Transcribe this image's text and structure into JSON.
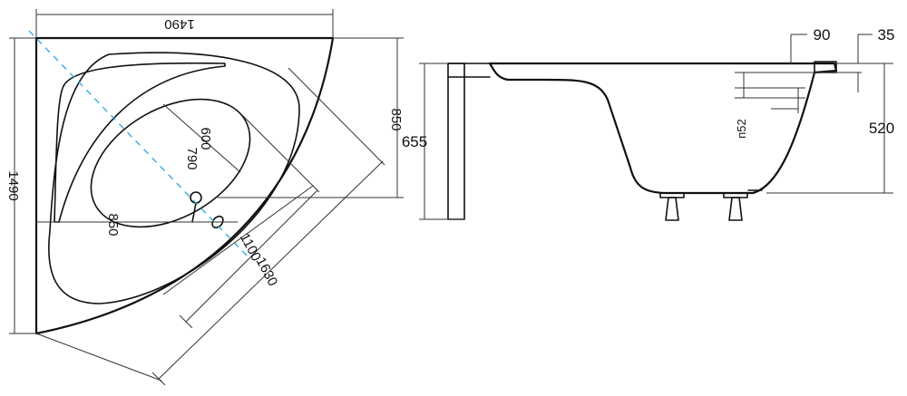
{
  "top_view": {
    "dims": {
      "width_top": "1490",
      "height_left": "1490",
      "depth_right": "850",
      "inner_600": "600",
      "inner_790": "790",
      "inner_850": "850",
      "diag_1100": "1100",
      "diag_1630": "1630"
    }
  },
  "side_view": {
    "dims": {
      "rim_90": "90",
      "rim_35": "35",
      "height_655": "655",
      "depth_520": "520",
      "label_52": "п52"
    }
  }
}
